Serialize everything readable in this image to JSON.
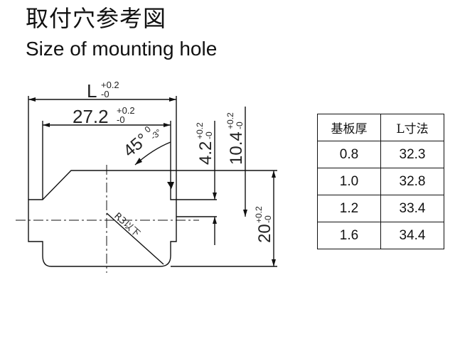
{
  "title": {
    "japanese": "取付穴参考図",
    "english": "Size of mounting hole"
  },
  "dimensions": {
    "L": "L",
    "L_tol_plus": "+0.2",
    "L_tol_minus": "-0",
    "w272": "27.2",
    "w272_tol_plus": "+0.2",
    "w272_tol_minus": "-0",
    "angle": "45°",
    "angle_tol_plus": "0",
    "angle_tol_minus": "-3°",
    "h42": "4.2",
    "h42_tol_plus": "+0.2",
    "h42_tol_minus": "-0",
    "h104": "10.4",
    "h104_tol_plus": "+0.2",
    "h104_tol_minus": "-0",
    "h20": "20",
    "h20_tol_plus": "+0.2",
    "h20_tol_minus": "-0",
    "radius": "R3以下"
  },
  "table": {
    "headers": [
      "基板厚",
      "L寸法"
    ],
    "rows": [
      [
        "0.8",
        "32.3"
      ],
      [
        "1.0",
        "32.8"
      ],
      [
        "1.2",
        "33.4"
      ],
      [
        "1.6",
        "34.4"
      ]
    ]
  }
}
